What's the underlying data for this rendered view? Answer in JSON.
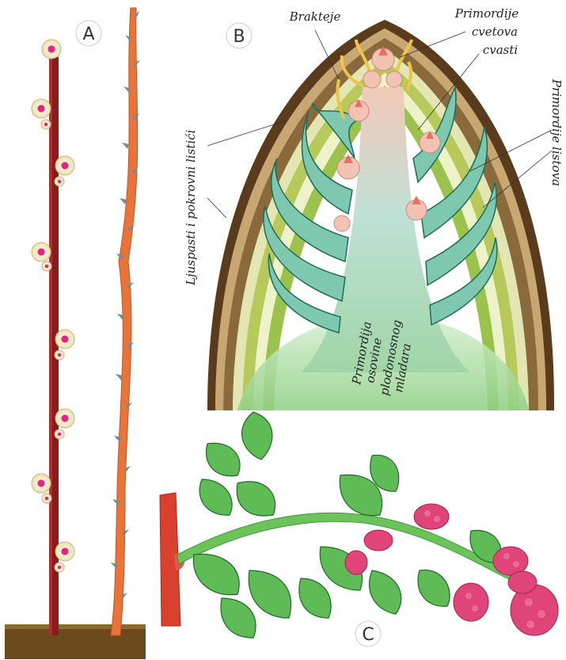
{
  "panels": {
    "a": "A",
    "b": "B",
    "c": "C"
  },
  "labels": {
    "brakteje": "Brakteje",
    "primordije_cvetova_1": "Primordije",
    "primordije_cvetova_2": "cvetova",
    "primordije_cvetova_3": "cvasti",
    "ljuspasti": "Ljuspasti i pokrovni listići",
    "primordije_listova": "Primordije listova",
    "axis_1": "Primordija",
    "axis_2": "osovine",
    "axis_3": "plodonosnog",
    "axis_4": "mladara"
  },
  "colors": {
    "cane_dark": "#8b1a1a",
    "cane_orange": "#e8743a",
    "soil": "#6b4a1e",
    "scale_dark": "#5a3b1c",
    "scale_light": "#b7c95a",
    "leaf_green": "#3f9a4c",
    "fruit_pink": "#e0457a"
  }
}
